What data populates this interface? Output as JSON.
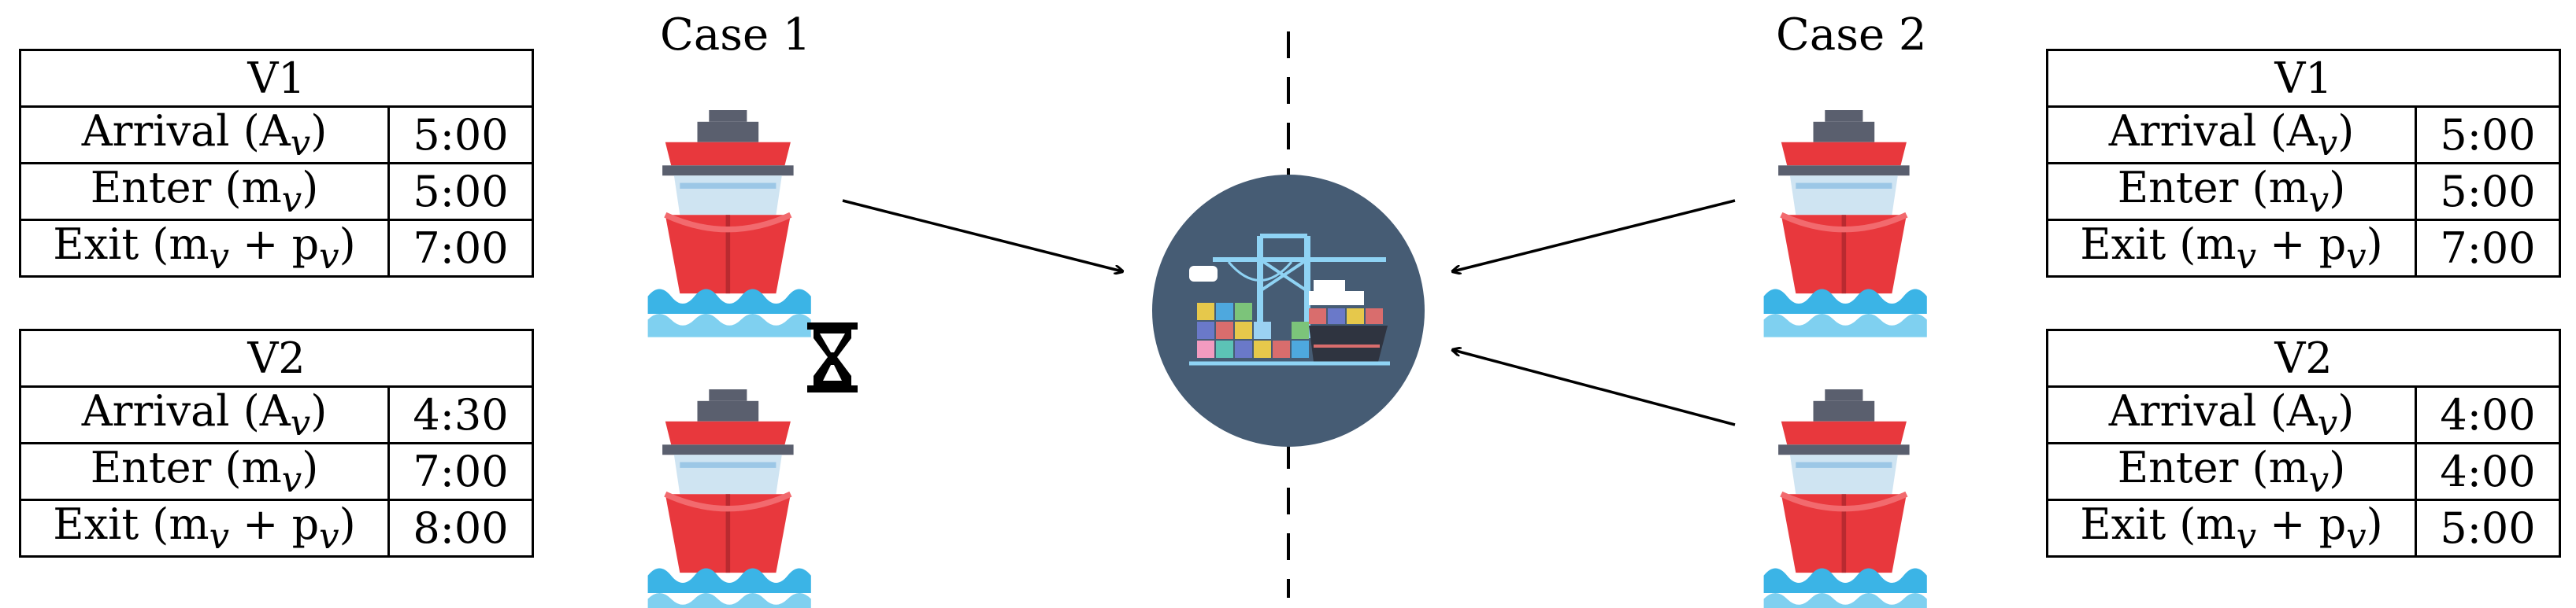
{
  "case1": {
    "title": "Case 1",
    "tables": [
      {
        "header": "V1",
        "rows": [
          {
            "label": "Arrival (A",
            "sub": "v",
            "tail": ")",
            "value": "5:00"
          },
          {
            "label": "Enter (m",
            "sub": "v",
            "tail": ")",
            "value": "5:00"
          },
          {
            "label": "Exit (m",
            "sub": "v",
            "tail": " + p",
            "sub2": "v",
            "tail2": ")",
            "value": "7:00"
          }
        ]
      },
      {
        "header": "V2",
        "rows": [
          {
            "label": "Arrival (A",
            "sub": "v",
            "tail": ")",
            "value": "4:30"
          },
          {
            "label": "Enter (m",
            "sub": "v",
            "tail": ")",
            "value": "7:00"
          },
          {
            "label": "Exit (m",
            "sub": "v",
            "tail": " + p",
            "sub2": "v",
            "tail2": ")",
            "value": "8:00"
          }
        ]
      }
    ]
  },
  "case2": {
    "title": "Case 2",
    "tables": [
      {
        "header": "V1",
        "rows": [
          {
            "label": "Arrival (A",
            "sub": "v",
            "tail": ")",
            "value": "5:00"
          },
          {
            "label": "Enter (m",
            "sub": "v",
            "tail": ")",
            "value": "5:00"
          },
          {
            "label": "Exit (m",
            "sub": "v",
            "tail": " + p",
            "sub2": "v",
            "tail2": ")",
            "value": "7:00"
          }
        ]
      },
      {
        "header": "V2",
        "rows": [
          {
            "label": "Arrival (A",
            "sub": "v",
            "tail": ")",
            "value": "4:00"
          },
          {
            "label": "Enter (m",
            "sub": "v",
            "tail": ")",
            "value": "4:00"
          },
          {
            "label": "Exit (m",
            "sub": "v",
            "tail": " + p",
            "sub2": "v",
            "tail2": ")",
            "value": "5:00"
          }
        ]
      }
    ]
  },
  "icons": {
    "ship": "ship-icon",
    "port": "port-icon",
    "wait": "hourglass-icon"
  },
  "colors": {
    "port_circle": "#465c74",
    "ship_red": "#e8383d",
    "ship_gray": "#5a5f6e",
    "ship_blue": "#cfe4f2",
    "water_blue": "#3bb4e6"
  }
}
